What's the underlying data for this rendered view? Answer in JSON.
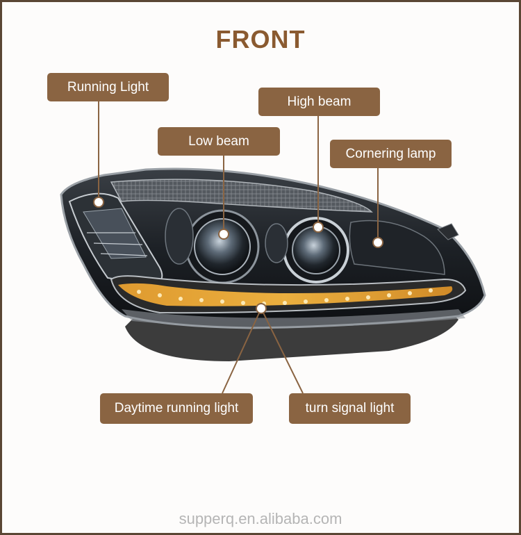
{
  "title": "FRONT",
  "labels": {
    "running_light": "Running Light",
    "low_beam": "Low beam",
    "high_beam": "High beam",
    "cornering_lamp": "Cornering lamp",
    "daytime_running_light": "Daytime running light",
    "turn_signal_light": "turn  signal light"
  },
  "footer": "supperq.en.alibaba.com",
  "colors": {
    "label_bg": "#8a6442",
    "title": "#8a5a30",
    "frame": "#5a4634",
    "drl_amber": "#f0a020"
  },
  "image": "car-headlight"
}
